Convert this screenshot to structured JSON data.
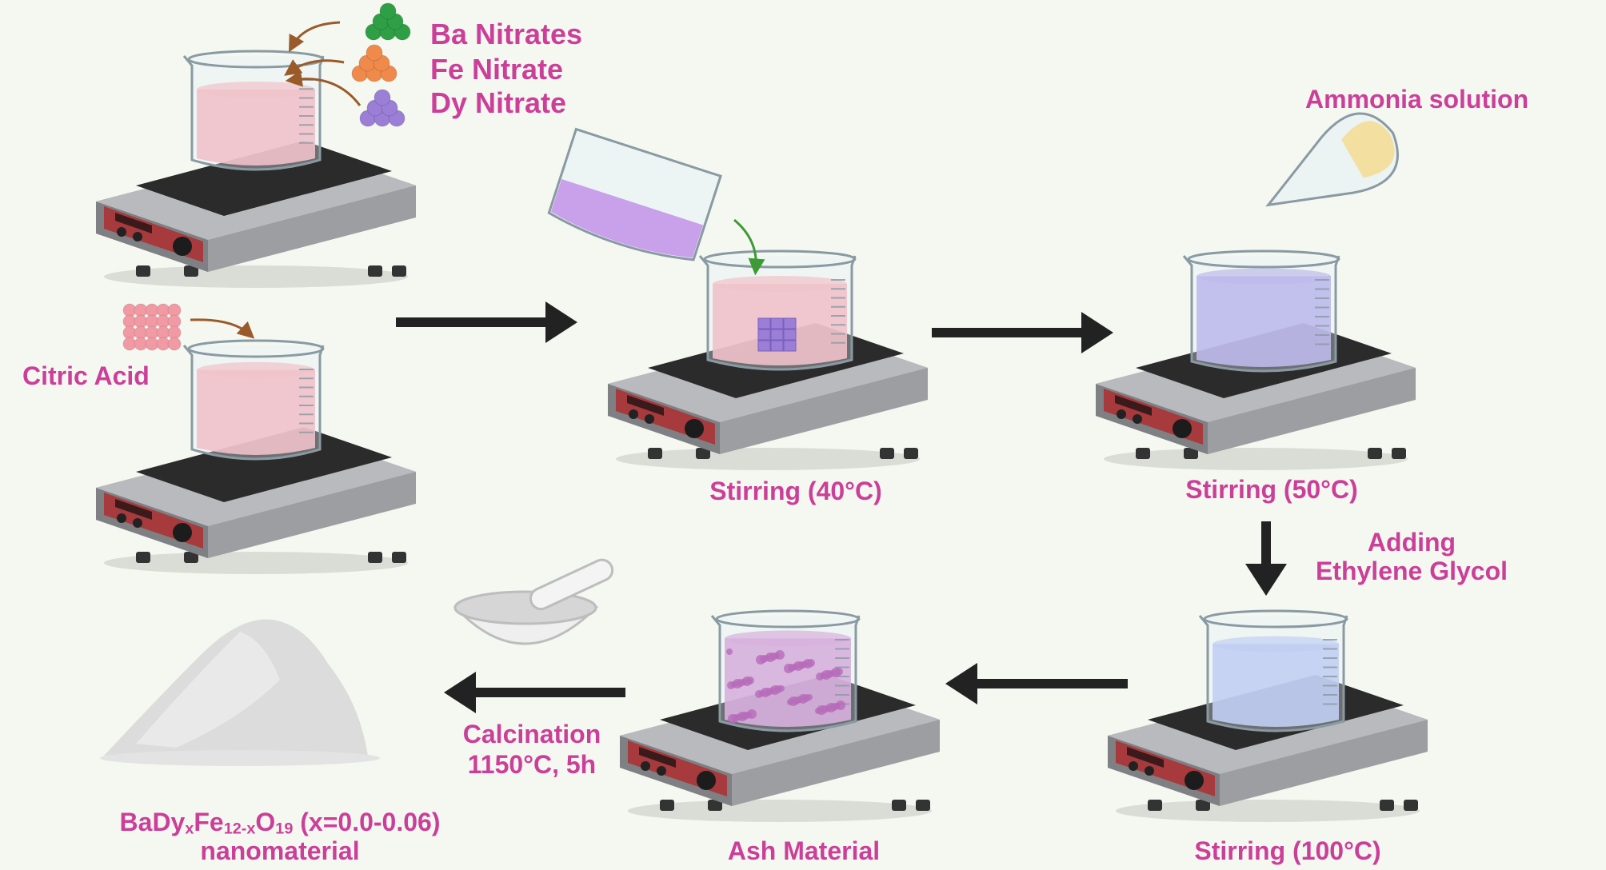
{
  "colors": {
    "label": "#cc3f99",
    "arrow": "#222222",
    "plate_body": "#8d8f92",
    "plate_panel": "#a63a3c",
    "pink_liquid": "#f6a9b2",
    "lilac_liquid": "#a99ce6",
    "blue_liquid": "#aebcf2",
    "ash": "#cf8fd0",
    "nitrate_ba": "#2f9f45",
    "nitrate_fe": "#f08a4b",
    "nitrate_dy": "#9b7ed6",
    "citric_acid": "#f29aa4"
  },
  "labels": {
    "ba_nitrates": "Ba Nitrates",
    "fe_nitrate": "Fe Nitrate",
    "dy_nitrate": "Dy Nitrate",
    "citric_acid": "Citric Acid",
    "stirring_40": "Stirring (40°C)",
    "ammonia_solution": "Ammonia solution",
    "stirring_50": "Stirring (50°C)",
    "adding": "Adding",
    "ethylene_glycol": "Ethylene Glycol",
    "stirring_100": "Stirring (100°C)",
    "ash_material": "Ash Material",
    "calcination": "Calcination",
    "calcination_conditions": "1150°C, 5h",
    "formula": {
      "a": "BaDy",
      "sub_x": "x",
      "b": "Fe",
      "sub_12x": "12-x",
      "c": "O",
      "sub_19": "19",
      "range": " (x=0.0-0.06)"
    },
    "nanomaterial": "nanomaterial"
  }
}
